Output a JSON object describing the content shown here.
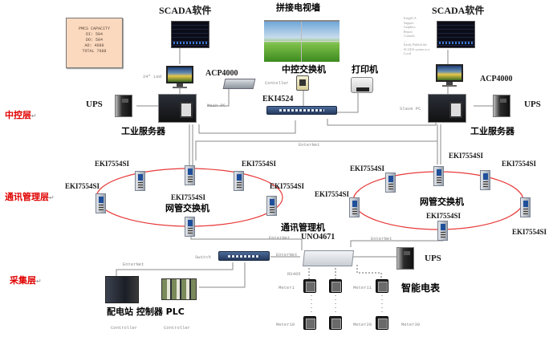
{
  "diagram": {
    "title": "Power monitoring system network architecture",
    "layers": {
      "central_control": "中控层",
      "communication": "通讯管理层",
      "acquisition": "采集层"
    },
    "central": {
      "scada_left": "SCADA软件",
      "scada_right": "SCADA软件",
      "video_wall": "拼接电视墙",
      "central_switch": "中控交换机",
      "printer": "打印机",
      "eki4524": "EKI4524",
      "acp_left": "ACP4000",
      "acp_right": "ACP4000",
      "ups_left": "UPS",
      "ups_right": "UPS",
      "server_left": "工业服务器",
      "server_right": "工业服务器",
      "main_pc": "Main PC",
      "slave_pc": "Slave PC",
      "led_label": "24\" Led",
      "controller_label": "Contoller",
      "ethernet_label": "EnterNet",
      "capacity_box": {
        "title": "PMCS CAPACITY",
        "lines": [
          "DI: 504",
          "DO: 504",
          "AO: 4680",
          "TOTAL 7688"
        ]
      },
      "kingsca": {
        "title": "KingSCA",
        "bullets": [
          "Support",
          "Graphics",
          "Report",
          "Controls",
          "...",
          "Easily Publish the SCADA system to a Local"
        ]
      }
    },
    "communication": {
      "switch_model": "EKI7554SI",
      "managed_switch_left": "网管交换机",
      "managed_switch_right": "网管交换机",
      "comm_manager": "通讯管理机",
      "uno": "UNO4671",
      "left_ring_labels": [
        "EKI7554SI",
        "EKI7554SI",
        "EKI7554SI",
        "EKI7554SI",
        "EKI7554SI"
      ],
      "right_ring_labels": [
        "EKI7554SI",
        "EKI7554SI",
        "EKI7554SI",
        "EKI7554SI",
        "EKI7554SI",
        "EKI7554SI"
      ],
      "ring_color": "#e83a3a"
    },
    "acquisition": {
      "switch_label": "Switch",
      "ethernet_label": "EnterNet",
      "substation_plc": "配电站 控制器 PLC",
      "controller_label": "Controller",
      "rs485": "RS485",
      "ups": "UPS",
      "smart_meter": "智能电表",
      "meters_top": [
        "Meter1",
        "Meter11"
      ],
      "meters_bottom": [
        "Meter10",
        "Meter20",
        "Meter30"
      ],
      "dots": ":"
    },
    "return_mark": "↵"
  }
}
